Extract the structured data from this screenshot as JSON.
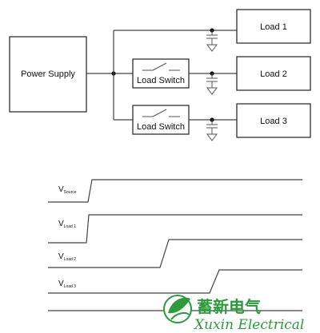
{
  "diagram": {
    "power_supply": "Power Supply",
    "load_switch_label": "Load Switch",
    "loads": [
      "Load 1",
      "Load 2",
      "Load 3"
    ]
  },
  "timing": {
    "signals": [
      {
        "symbol": "V",
        "subscript": "Source"
      },
      {
        "symbol": "V",
        "subscript": "Load 1"
      },
      {
        "symbol": "V",
        "subscript": "Load 2"
      },
      {
        "symbol": "V",
        "subscript": "Load 3"
      }
    ]
  },
  "watermark": {
    "chinese": "蓄新电气",
    "english": "Xuxin Electrical"
  },
  "colors": {
    "ink": "#222222",
    "watermark": "#2e9a3e"
  }
}
